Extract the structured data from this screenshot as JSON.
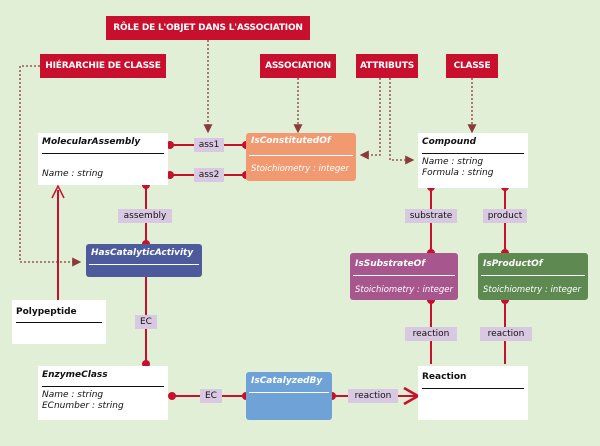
{
  "tags": {
    "role": "RÔLE DE L'OBJET DANS L'ASSOCIATION",
    "hierarchy": "HIÉRARCHIE DE CLASSE",
    "association": "ASSOCIATION",
    "attributes": "ATTRIBUTS",
    "class": "CLASSE"
  },
  "classes": {
    "molecular_assembly": {
      "name": "MolecularAssembly",
      "attrs": [
        "Name : string"
      ]
    },
    "compound": {
      "name": "Compound",
      "attrs": [
        "Name : string",
        "Formula : string"
      ]
    },
    "polypeptide": {
      "name": "Polypeptide"
    },
    "enzyme_class": {
      "name": "EnzymeClass",
      "attrs": [
        "Name : string",
        "ECnumber : string"
      ]
    },
    "reaction": {
      "name": "Reaction"
    }
  },
  "associations": {
    "is_constituted_of": {
      "name": "IsConstitutedOf",
      "attr": "Stoichiometry : integer"
    },
    "has_catalytic_activity": {
      "name": "HasCatalyticActivity"
    },
    "is_substrate_of": {
      "name": "IsSubstrateOf",
      "attr": "Stoichiometry : integer"
    },
    "is_product_of": {
      "name": "IsProductOf",
      "attr": "Stoichiometry : integer"
    },
    "is_catalyzed_by": {
      "name": "IsCatalyzedBy"
    }
  },
  "roles": {
    "ass1": "ass1",
    "ass2": "ass2",
    "assembly": "assembly",
    "ec_top": "EC",
    "ec_bottom": "EC",
    "substrate": "substrate",
    "product": "product",
    "reaction_left": "reaction",
    "reaction_right": "reaction",
    "reaction_bottom": "reaction"
  },
  "colors": {
    "background": "#e1efd6",
    "tag": "#c8102e",
    "wire": "#c8102e",
    "role_label": "#d9c8e2",
    "is_constituted_of": "#f19a72",
    "has_catalytic_activity": "#4d5a9c",
    "is_substrate_of": "#a8568e",
    "is_product_of": "#5e8a52",
    "is_catalyzed_by": "#6fa3d8",
    "guide_line": "#8b3a3a"
  }
}
